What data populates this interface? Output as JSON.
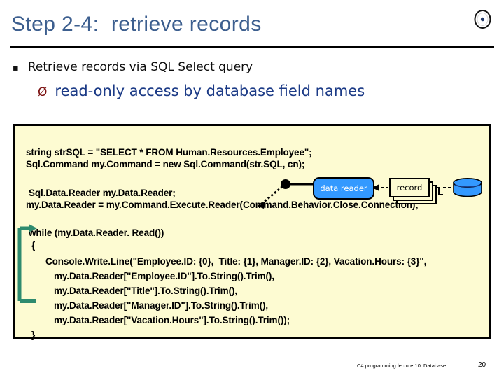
{
  "slide": {
    "title": "Step 2-4:  retrieve records",
    "corner_icon": "circle-target-icon",
    "title_color": "#3d5f8f"
  },
  "bullets": {
    "level1": {
      "marker": "▪",
      "text": "Retrieve records via SQL Select query"
    },
    "level2": {
      "marker": "Ø",
      "text": "read-only access by database field names",
      "marker_color": "#7b1010",
      "text_color": "#1b3a86"
    }
  },
  "code_panel": {
    "background": "#fdfbd2",
    "border_color": "#000000",
    "lines": [
      "string strSQL = \"SELECT * FROM Human.Resources.Employee\";",
      "Sql.Command my.Command = new Sql.Command(str.SQL, cn);",
      "Sql.Data.Reader my.Data.Reader;",
      "my.Data.Reader = my.Command.Execute.Reader(Command.Behavior.Close.Connection);",
      "while (my.Data.Reader. Read())",
      "{",
      "Console.Write.Line(\"Employee.ID: {0},  Title: {1}, Manager.ID: {2}, Vacation.Hours: {3}\",",
      "my.Data.Reader[\"Employee.ID\"].To.String().Trim(),",
      "my.Data.Reader[\"Title\"].To.String().Trim(),",
      "my.Data.Reader[\"Manager.ID\"].To.String().Trim(),",
      "my.Data.Reader[\"Vacation.Hours\"].To.String().Trim());",
      "}"
    ]
  },
  "diagram": {
    "data_reader_label": "data reader",
    "data_reader_color": "#3399ff",
    "record_label": "record",
    "record_color": "#fdfbd2",
    "database_color": "#3399ff",
    "database_icon": "database-cylinder-icon",
    "connector_dot": "junction-dot",
    "loop_bracket_color": "#2e8b6e"
  },
  "footer": {
    "note": "C# programming lecture 10: Database",
    "page": "20"
  }
}
